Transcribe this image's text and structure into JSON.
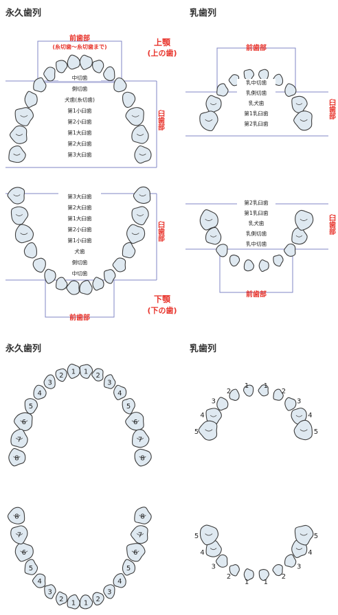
{
  "headings": {
    "perm_top": "永久歯列",
    "prim_top": "乳歯列",
    "perm_bottom": "永久歯列",
    "prim_bottom": "乳歯列"
  },
  "perm_upper": {
    "front_label": "前歯部",
    "front_sub": "(糸切歯〜糸切歯まで)",
    "jaw_label": "上顎",
    "jaw_sub": "(上の歯)",
    "side_label": "臼歯部",
    "teeth": [
      "中切歯",
      "側切歯",
      "犬歯(糸切歯)",
      "第1小臼歯",
      "第2小臼歯",
      "第1大臼歯",
      "第2大臼歯",
      "第3大臼歯"
    ]
  },
  "perm_lower": {
    "front_label": "前歯部",
    "jaw_label": "下顎",
    "jaw_sub": "(下の歯)",
    "side_label": "臼歯部",
    "teeth": [
      "第3大臼歯",
      "第2大臼歯",
      "第1大臼歯",
      "第2小臼歯",
      "第1小臼歯",
      "犬歯",
      "側切歯",
      "中切歯"
    ]
  },
  "prim_upper": {
    "front_label": "前歯部",
    "side_label": "臼歯部",
    "teeth": [
      "乳中切歯",
      "乳側切歯",
      "乳犬歯",
      "第1乳臼歯",
      "第2乳臼歯"
    ]
  },
  "prim_lower": {
    "front_label": "前歯部",
    "side_label": "臼歯部",
    "teeth": [
      "第2乳臼歯",
      "第1乳臼歯",
      "乳犬歯",
      "乳側切歯",
      "乳中切歯"
    ]
  },
  "perm_numbers": [
    "1",
    "2",
    "3",
    "4",
    "5",
    "6",
    "7",
    "8"
  ],
  "prim_numbers": [
    "1",
    "2",
    "3",
    "4",
    "5"
  ]
}
